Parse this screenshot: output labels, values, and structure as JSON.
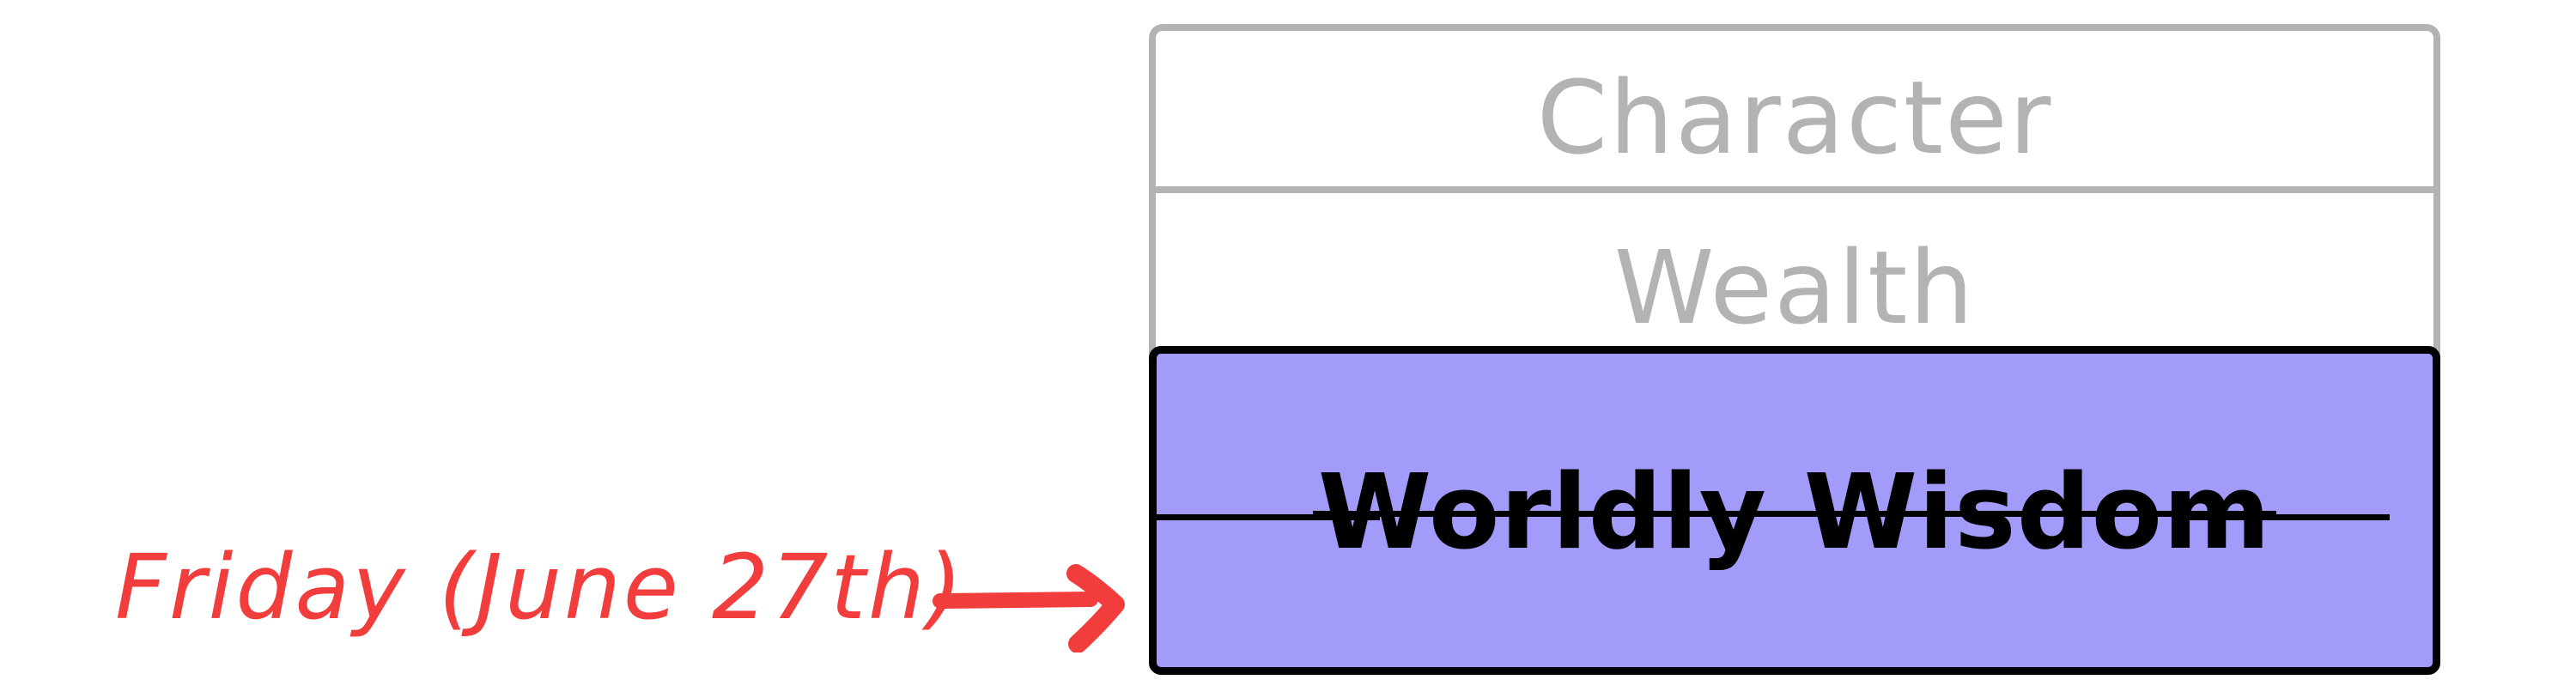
{
  "diagram": {
    "boxes": [
      {
        "label": "Character",
        "state": "inactive",
        "color": "#b3b3b3"
      },
      {
        "label": "Wealth",
        "state": "inactive",
        "color": "#b3b3b3"
      },
      {
        "label": "Worldly Wisdom",
        "state": "active",
        "strikethrough": true,
        "fill": "#a29bfa",
        "border": "#000000"
      }
    ],
    "annotation": {
      "text": "Friday (June 27th)",
      "color": "#f23d3d",
      "pointer": "red-arrow-icon"
    }
  }
}
